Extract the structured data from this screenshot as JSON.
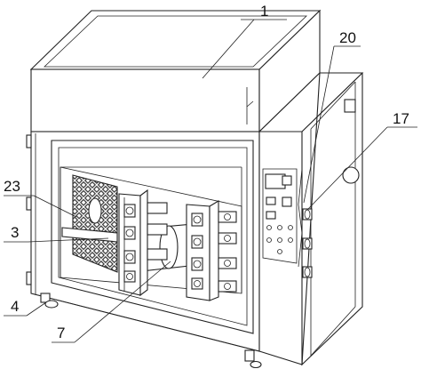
{
  "callouts": [
    "1",
    "20",
    "17",
    "23",
    "3",
    "4",
    "7"
  ],
  "colors": {
    "line": "#222222",
    "background": "#ffffff"
  }
}
